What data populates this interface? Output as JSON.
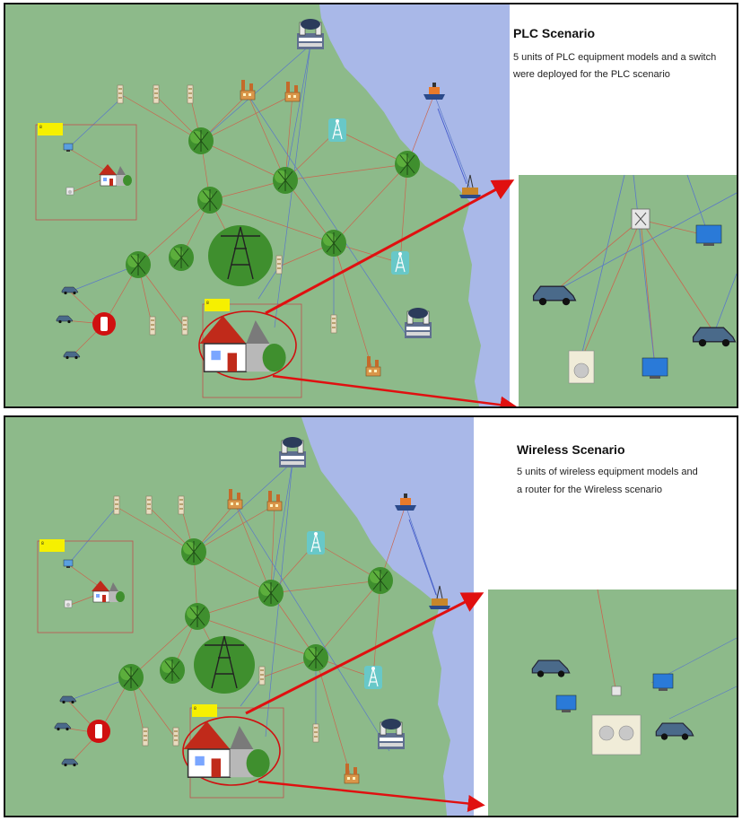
{
  "top": {
    "title": "PLC Scenario",
    "description_line1": "5 units of PLC equipment models and a switch",
    "description_line2": "were deployed for the PLC scenario",
    "highlight_tag": "8"
  },
  "bottom": {
    "title": "Wireless Scenario",
    "description_line1": "5 units of wireless equipment models and",
    "description_line2": "a router for the Wireless scenario",
    "highlight_tag": "8"
  },
  "colors": {
    "land": "#8dba8a",
    "sea": "#a9b8e8",
    "link_red": "#c9664f",
    "link_blue": "#5a78c8",
    "arrow_red": "#e01010",
    "tag_yellow": "#f6f000"
  },
  "icons": [
    "power-plant-icon",
    "factory-icon",
    "office-tower-icon",
    "tree-node-icon",
    "transmission-tower-icon",
    "cell-tower-icon",
    "house-icon",
    "ship-icon",
    "oil-rig-icon",
    "car-icon",
    "charger-icon",
    "pc-icon",
    "washer-icon",
    "switch-icon",
    "router-icon",
    "monitor-icon"
  ]
}
